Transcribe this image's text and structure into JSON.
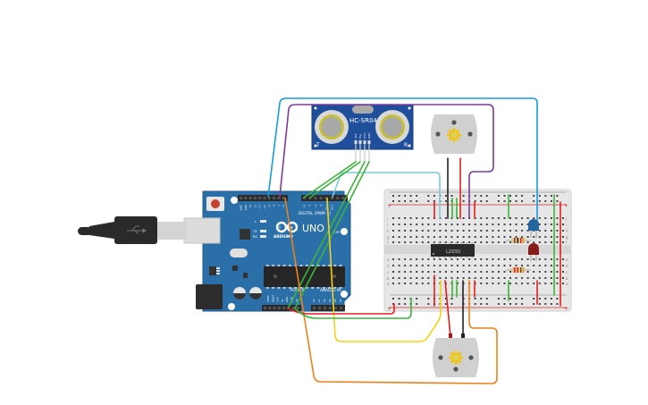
{
  "canvas": {
    "background": "#ffffff"
  },
  "components": {
    "sensor": {
      "label": "HC-SR04",
      "pins": [
        "VCC",
        "Trig",
        "Echo",
        "GND"
      ],
      "corner_left": "T",
      "corner_right": "R",
      "color": "#1f4f9a"
    },
    "arduino": {
      "brand": "ARDUINO",
      "model": "UNO",
      "digital_label": "DIGITAL (PWM ~)",
      "power_label": "POWER",
      "analog_label": "ANALOG IN",
      "icsp_label": "ICSP",
      "tx_label": "TX",
      "rx_label": "RX",
      "l_label": "L",
      "top_header_labels": [
        "AREF",
        "GND",
        "13",
        "12",
        "~11",
        "~10",
        "~9",
        "8",
        "7",
        "~6",
        "~5",
        "4",
        "~3",
        "2",
        "TX 1",
        "RX 0"
      ],
      "power_pins": [
        "IOREF",
        "RESET",
        "3.3V",
        "5V",
        "GND",
        "GND",
        "Vin"
      ],
      "analog_pins": [
        "A0",
        "A1",
        "A2",
        "A3",
        "A4",
        "A5"
      ],
      "color": "#2a6fa8"
    },
    "driver_chip": {
      "label": "L293D"
    },
    "motor_top": {
      "name": "DC Motor"
    },
    "motor_bottom": {
      "name": "DC Motor"
    },
    "led_blue": {
      "color": "#2266a0"
    },
    "led_red": {
      "color": "#8a1b1b"
    },
    "breadboard": {
      "row_letters_top": [
        "j",
        "i",
        "h",
        "g",
        "f"
      ],
      "row_letters_bottom": [
        "e",
        "d",
        "c",
        "b",
        "a"
      ],
      "rail_plus": "+",
      "rail_minus": "-"
    },
    "usb_cable": {
      "name": "USB cable"
    }
  },
  "wire_colors": {
    "red": "#e02020",
    "black": "#222222",
    "green": "#3cb43c",
    "blue": "#1a9ad6",
    "cyan": "#7ccbd8",
    "purple": "#7d3c98",
    "yellow": "#f2d21b",
    "orange": "#e9821c"
  }
}
